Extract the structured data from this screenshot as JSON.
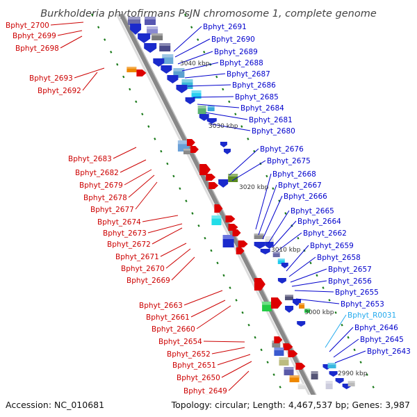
{
  "map": {
    "title": "Burkholderia phytofirmans PsJN chromosome 1, complete genome",
    "colors": {
      "left_label": "#cc0000",
      "right_label": "#0000cc",
      "rna_label": "#22aaee",
      "backbone": "#888888"
    },
    "left_labels": [
      "Bphyt_2700",
      "Bphyt_2699",
      "Bphyt_2698",
      "Bphyt_2693",
      "Bphyt_2692",
      "Bphyt_2683",
      "Bphyt_2682",
      "Bphyt_2679",
      "Bphyt_2678",
      "Bphyt_2677",
      "Bphyt_2674",
      "Bphyt_2673",
      "Bphyt_2672",
      "Bphyt_2671",
      "Bphyt_2670",
      "Bphyt_2669",
      "Bphyt_2663",
      "Bphyt_2661",
      "Bphyt_2660",
      "Bphyt_2654",
      "Bphyt_2652",
      "Bphyt_2651",
      "Bphyt_2650",
      "Bphyt_2649"
    ],
    "right_labels": [
      "Bphyt_2691",
      "Bphyt_2690",
      "Bphyt_2689",
      "Bphyt_2688",
      "Bphyt_2687",
      "Bphyt_2686",
      "Bphyt_2685",
      "Bphyt_2684",
      "Bphyt_2681",
      "Bphyt_2680",
      "Bphyt_2676",
      "Bphyt_2675",
      "Bphyt_2668",
      "Bphyt_2667",
      "Bphyt_2666",
      "Bphyt_2665",
      "Bphyt_2664",
      "Bphyt_2662",
      "Bphyt_2659",
      "Bphyt_2658",
      "Bphyt_2657",
      "Bphyt_2656",
      "Bphyt_2655",
      "Bphyt_2653",
      "Bphyt_R0031",
      "Bphyt_2646",
      "Bphyt_2645",
      "Bphyt_2643"
    ],
    "ticks": [
      "3040 kbp",
      "3030 kbp",
      "3020 kbp",
      "3010 kbp",
      "3000 kbp",
      "2990 kbp"
    ],
    "footer_accession": "Accession: NC_010681",
    "footer_topology": "Topology: circular; Length: 4,467,537 bp; Genes: 3,987"
  }
}
